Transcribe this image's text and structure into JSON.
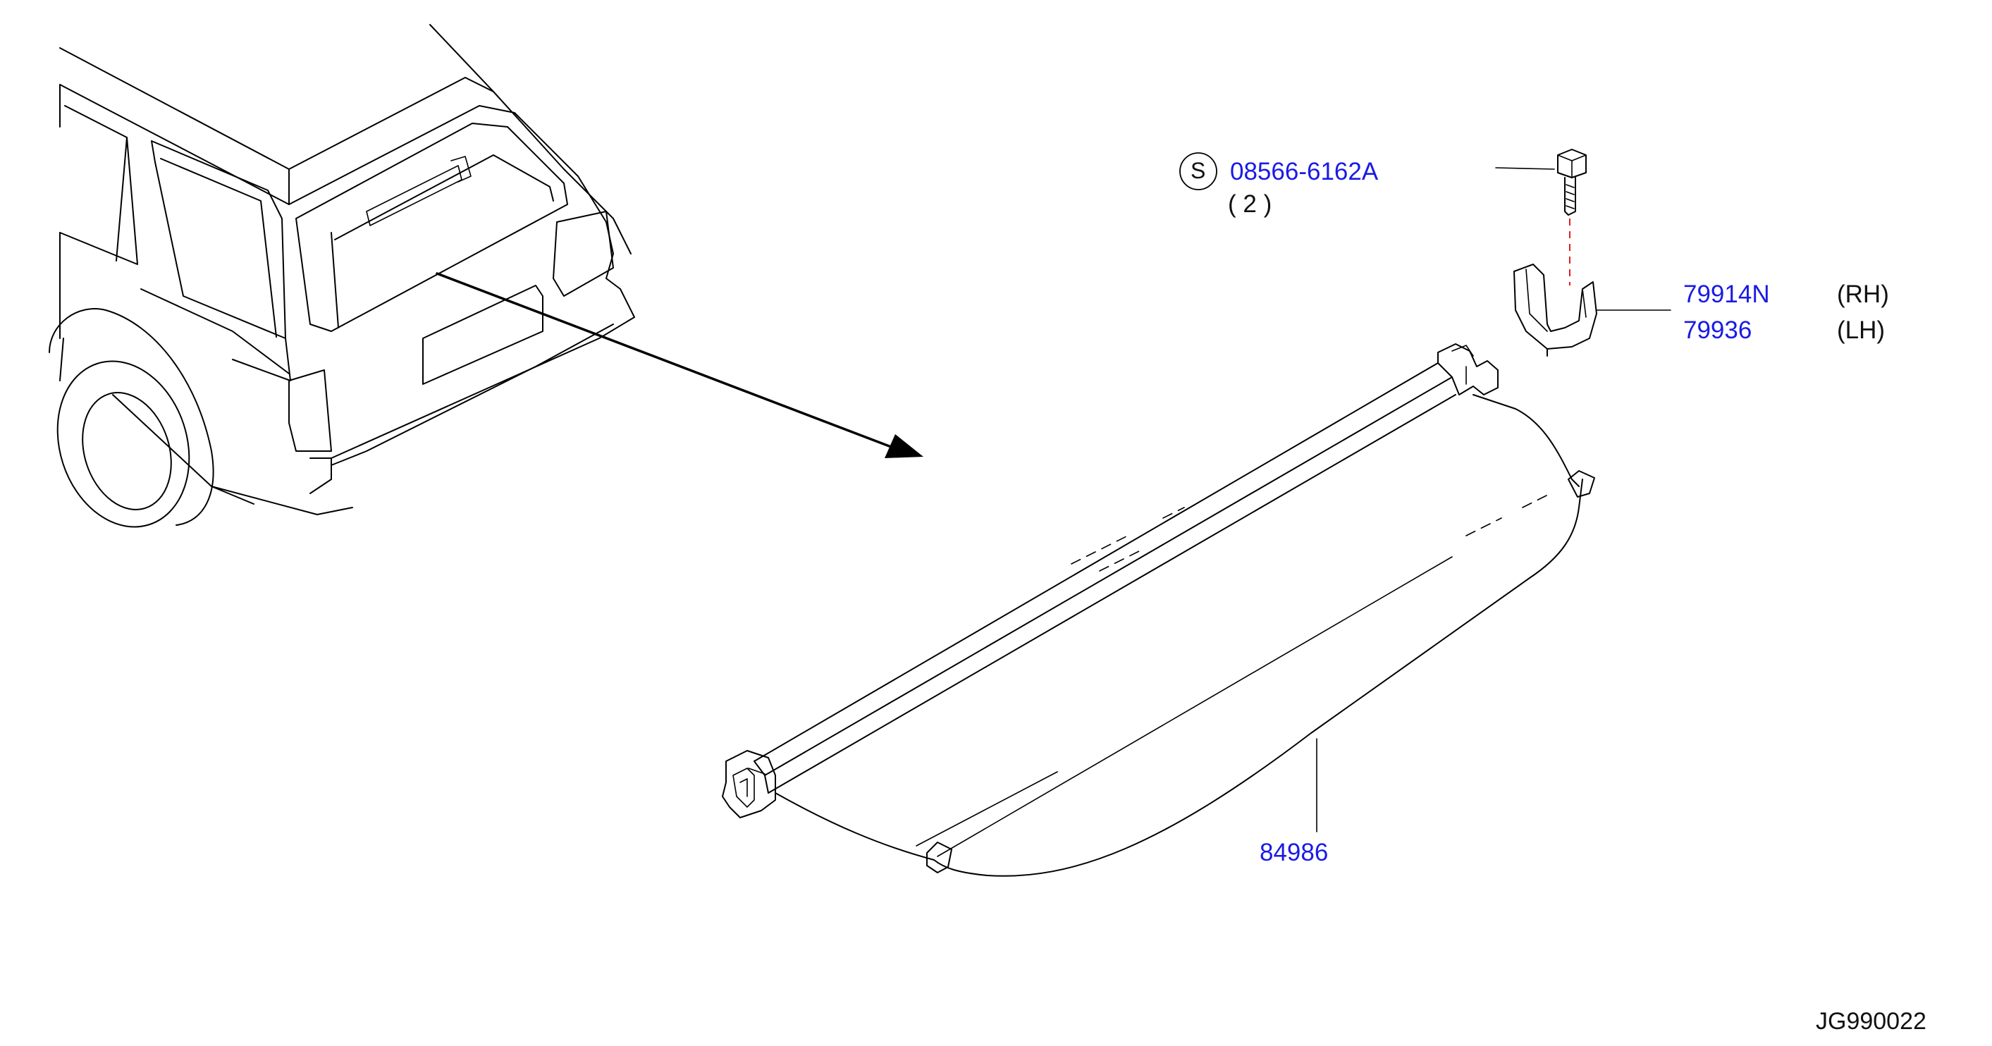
{
  "diagram_id": "JG990022",
  "standard_part_marker": "S",
  "callouts": {
    "bolt": {
      "part_number": "08566-6162A",
      "quantity": "( 2 )"
    },
    "bracket_rh": {
      "part_number": "79914N",
      "side": "(RH)"
    },
    "bracket_lh": {
      "part_number": "79936",
      "side": "(LH)"
    },
    "cover": {
      "part_number": "84986"
    }
  },
  "colors": {
    "part_number": "#1a1ae6",
    "line": "#000000",
    "alignment_line": "#e02020"
  }
}
